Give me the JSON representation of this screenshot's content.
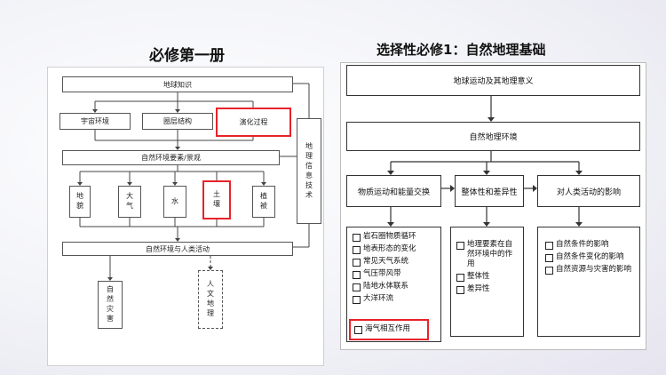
{
  "left": {
    "title": "必修第一册",
    "top_box": "地球知识",
    "row1": [
      "宇宙环境",
      "圈层结构",
      "演化过程"
    ],
    "middle_box": "自然环境要素/景观",
    "elements": [
      "地貌",
      "大气",
      "水",
      "土壤",
      "植被"
    ],
    "bottom_box": "自然环境与人类活动",
    "side_box": "地理信息技术",
    "outputs": [
      "自然灾害",
      "人文地理"
    ]
  },
  "right": {
    "title": "选择性必修1：自然地理基础",
    "top_box": "地球运动及其地理意义",
    "middle_box": "自然地理环境",
    "branches": [
      "物质运动和能量交换",
      "整体性和差异性",
      "对人类活动的影响"
    ],
    "list1": [
      "岩石圈物质循环",
      "地表形态的变化",
      "常见天气系统",
      "气压带风带",
      "陆地水体联系",
      "大洋环流",
      "海气相互作用"
    ],
    "list2": [
      "地理要素在自然环境中的作用",
      "整体性",
      "差异性"
    ],
    "list3": [
      "自然条件的影响",
      "自然条件变化的影响",
      "自然资源与灾害的影响"
    ]
  },
  "colors": {
    "highlight": "#e8232a"
  }
}
